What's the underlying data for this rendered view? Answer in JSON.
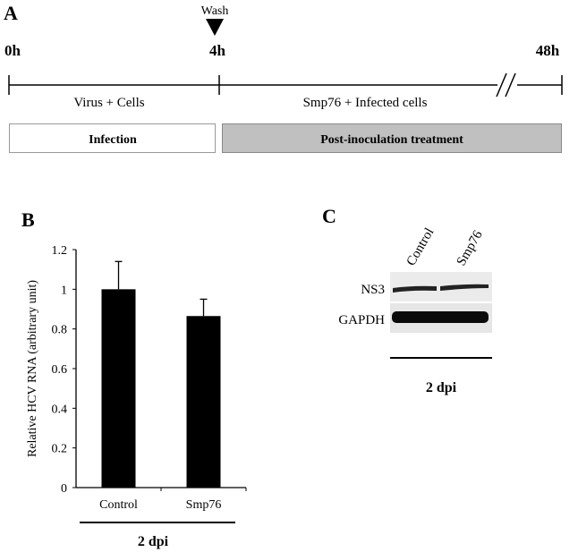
{
  "panel_a": {
    "label": "A",
    "wash_label": "Wash",
    "time_labels": [
      "0h",
      "4h",
      "48h"
    ],
    "segment_labels": [
      "Virus + Cells",
      "Smp76 + Infected cells"
    ],
    "boxes": [
      "Infection",
      "Post-inoculation treatment"
    ],
    "colors": {
      "infection_box": "#ffffff",
      "treatment_box": "#c0c0c0"
    }
  },
  "panel_b": {
    "label": "B",
    "group_label": "2 dpi"
  },
  "panel_c": {
    "label": "C",
    "lanes": [
      "Control",
      "Smp76"
    ],
    "bands": [
      "NS3",
      "GAPDH"
    ],
    "group_label": "2 dpi"
  },
  "chart_data": {
    "type": "bar",
    "categories": [
      "Control",
      "Smp76"
    ],
    "values": [
      1.0,
      0.865
    ],
    "errors": [
      0.14,
      0.085
    ],
    "title": "",
    "xlabel": "",
    "ylabel": "Relative HCV RNA  (arbitrary unit)",
    "ylim": [
      0,
      1.2
    ],
    "yticks": [
      "0",
      "0.2",
      "0.4",
      "0.6",
      "0.8",
      "1",
      "1.2"
    ],
    "grid": false,
    "bar_color": "#000000"
  }
}
